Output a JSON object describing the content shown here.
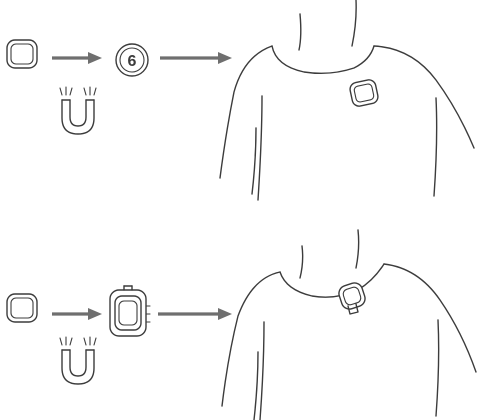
{
  "diagram": {
    "rows": [
      {
        "id": "row-1",
        "steps": [
          "clip-device-icon",
          "magnet-icon",
          "magnetic-mount-icon",
          "shirt-icon"
        ],
        "logo_glyph": "6"
      },
      {
        "id": "row-2",
        "steps": [
          "clip-device-icon",
          "magnet-icon",
          "clip-holder-icon",
          "shirt-icon"
        ]
      }
    ],
    "colors": {
      "line": "#3c3c3c",
      "arrow": "#6f6f6f",
      "background": "#ffffff"
    }
  }
}
